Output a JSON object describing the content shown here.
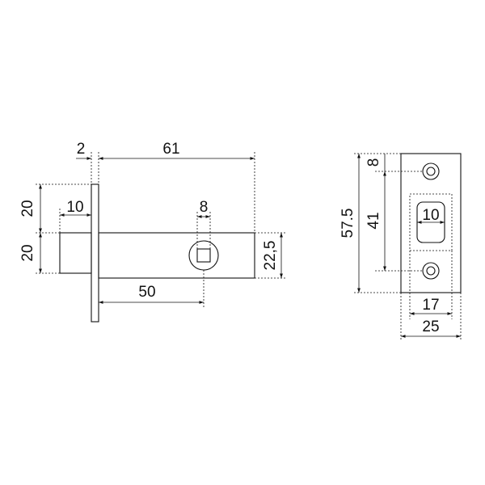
{
  "side_view": {
    "dim_plate_thickness": "2",
    "dim_total_length": "61",
    "dim_bolt_upper": "20",
    "dim_bolt_lower": "20",
    "dim_bolt_protrusion": "10",
    "dim_spindle": "8",
    "dim_backset": "50",
    "dim_body_height": "22,5"
  },
  "strike_plate": {
    "dim_height": "57.5",
    "dim_hole_offset": "8",
    "dim_hole_spacing": "41",
    "dim_opening": "10",
    "dim_inner_width": "17",
    "dim_width": "25"
  }
}
